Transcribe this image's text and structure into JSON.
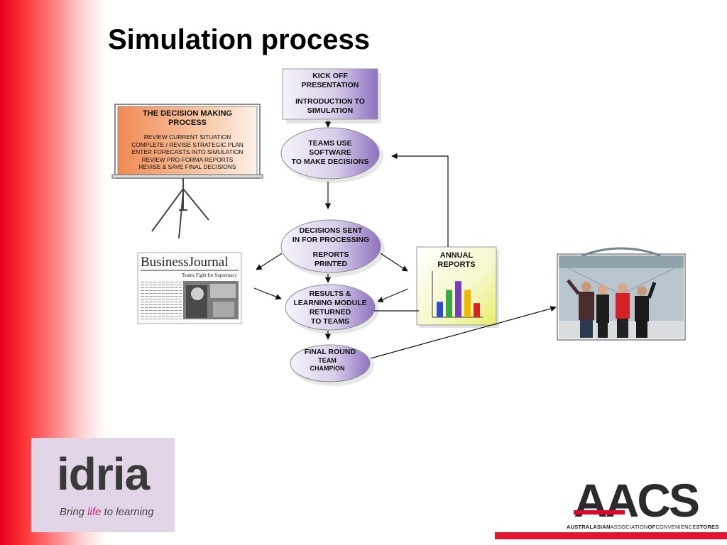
{
  "slide": {
    "title": "Simulation process"
  },
  "flow": {
    "kickoff": {
      "line1": "KICK OFF",
      "line2": "PRESENTATION",
      "line3": "INTRODUCTION  TO",
      "line4": "SIMULATION"
    },
    "teams_use": {
      "line1": "TEAMS USE",
      "line2": "SOFTWARE",
      "line3": "TO MAKE DECISIONS"
    },
    "decisions_sent": {
      "line1": "DECISIONS SENT",
      "line2": "IN FOR PROCESSING",
      "line3": "REPORTS",
      "line4": "PRINTED"
    },
    "results": {
      "line1": "RESULTS &",
      "line2": "LEARNING MODULE",
      "line3": "RETURNED",
      "line4": "TO TEAMS"
    },
    "final_round": {
      "line1": "FINAL ROUND",
      "line2": "TEAM",
      "line3": "CHAMPION"
    }
  },
  "decision_board": {
    "heading1": "THE DECISION MAKING",
    "heading2": "PROCESS",
    "items": [
      "REVIEW CURRENT SITUATION",
      "COMPLETE / REVISE STRATEGIC PLAN",
      "ENTER FORECASTS INTO SIMULATION",
      "REVIEW PRO-FORMA REPORTS",
      "REVISE & SAVE FINAL DECISIONS"
    ]
  },
  "newspaper": {
    "masthead": "BusinessJournal",
    "headline": "Teams Fight for Supremacy"
  },
  "annual_reports": {
    "title1": "ANNUAL",
    "title2": "REPORTS",
    "bars": [
      {
        "value": 0.35,
        "color": "#2e4bd1"
      },
      {
        "value": 0.62,
        "color": "#3aa845"
      },
      {
        "value": 0.82,
        "color": "#7a3db8"
      },
      {
        "value": 0.62,
        "color": "#f2b800"
      },
      {
        "value": 0.32,
        "color": "#e02020"
      }
    ]
  },
  "logos": {
    "idria": {
      "word": "idria",
      "tag_pre": "Bring ",
      "tag_hl": "life",
      "tag_post": " to learning",
      "accent": "#c0247a"
    },
    "aacs": {
      "word": "AACS",
      "full_1": "AUSTRALASIAN",
      "full_2": "ASSOCIATION",
      "full_3": "OF",
      "full_4": "CONVENIENCE",
      "full_5": "STORES",
      "accent": "#e4132f"
    }
  }
}
